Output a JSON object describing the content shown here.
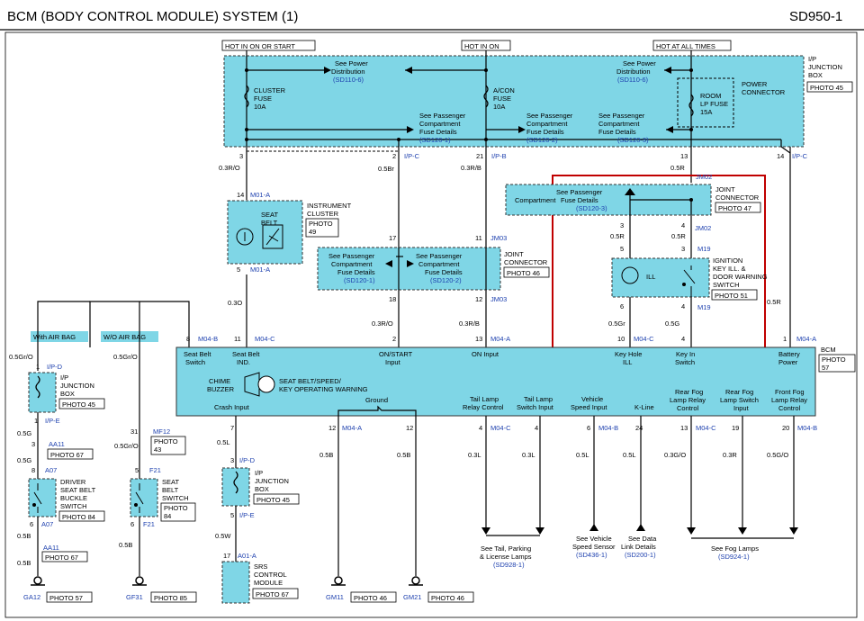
{
  "title": "BCM (BODY CONTROL MODULE) SYSTEM (1)",
  "code": "SD950-1",
  "top": {
    "hot_on_start": "HOT IN ON OR START",
    "hot_on": "HOT IN ON",
    "hot_all": "HOT AT ALL TIMES",
    "ip_box_line1": "I/P",
    "ip_box_line2": "JUNCTION",
    "ip_box_line3": "BOX",
    "ip_box_photo": "PHOTO 45",
    "see_power1": "See Power",
    "see_power2": "Distribution",
    "power_ref_a": "(SD110-6)",
    "power_ref_b": "(SD110-6)",
    "cluster_fuse1": "CLUSTER",
    "cluster_fuse2": "FUSE",
    "cluster_fuse3": "10A",
    "acon_fuse1": "A/CON",
    "acon_fuse2": "FUSE",
    "acon_fuse3": "10A",
    "room_fuse1": "ROOM",
    "room_fuse2": "LP FUSE",
    "room_fuse3": "15A",
    "power_conn1": "POWER",
    "power_conn2": "CONNECTOR",
    "see_pass1": "See Passenger",
    "see_pass2": "Compartment",
    "see_pass3": "Fuse Details",
    "ref_120_1": "(SD120-1)",
    "ref_120_2": "(SD120-2)",
    "ref_120_3": "(SD120-3)"
  },
  "pins": {
    "p3": "3",
    "p2": "2",
    "p21": "21",
    "p13": "13",
    "p14": "14",
    "ipc": "I/P-C",
    "ipb": "I/P-B",
    "w03ro": "0.3R/O",
    "w05br": "0.5Br",
    "w03rb": "0.3R/B",
    "w05r": "0.5R",
    "p14b": "14",
    "m01a": "M01-A",
    "p5": "5",
    "p17": "17",
    "p11": "11",
    "jm03": "JM03",
    "p18": "18",
    "p12": "12",
    "w03o": "0.3O",
    "w03ro2": "0.3R/O",
    "w03rb2": "0.3R/B",
    "jm02": "JM02",
    "p3b": "3",
    "p4": "4",
    "w05r2": "0.5R",
    "p5b": "5",
    "p3c": "3",
    "m19": "M19",
    "p6": "6",
    "p4b": "4",
    "w05gr": "0.5Gr",
    "w05g": "0.5G",
    "w05r3": "0.5R",
    "p8": "8",
    "m04b": "M04-B",
    "p11b": "11",
    "m04c": "M04-C",
    "p2b": "2",
    "p13b": "13",
    "m04a": "M04-A",
    "p10": "10",
    "p1": "1"
  },
  "cluster": {
    "l1": "INSTRUMENT",
    "l2": "CLUSTER",
    "seat1": "SEAT",
    "seat2": "BELT",
    "photo1": "PHOTO",
    "photo2": "49"
  },
  "joint_conn": {
    "l1": "JOINT",
    "l2": "CONNECTOR",
    "photo": "PHOTO 46",
    "photo47": "PHOTO 47"
  },
  "ign": {
    "l1": "IGNITION",
    "l2": "KEY ILL. &",
    "l3": "DOOR WARNING",
    "l4": "SWITCH",
    "photo": "PHOTO 51",
    "ill": "ILL"
  },
  "bcm": {
    "label": "BCM",
    "photo": "PHOTO",
    "photo2": "57",
    "seat_belt_switch1": "Seat Belt",
    "seat_belt_switch2": "Switch",
    "seat_belt_ind1": "Seat Belt",
    "seat_belt_ind2": "IND.",
    "on_start1": "ON/START",
    "on_start2": "Input",
    "on_input": "ON Input",
    "key_hole1": "Key Hole",
    "key_hole2": "ILL",
    "key_in1": "Key In",
    "key_in2": "Switch",
    "battery1": "Battery",
    "battery2": "Power",
    "chime1": "CHIME",
    "chime2": "BUZZER",
    "warn1": "SEAT BELT/SPEED/",
    "warn2": "KEY OPERATING WARNING",
    "crash": "Crash Input",
    "ground": "Ground",
    "tail_relay1": "Tail Lamp",
    "tail_relay2": "Relay Control",
    "tail_sw1": "Tail Lamp",
    "tail_sw2": "Switch Input",
    "veh1": "Vehicle",
    "veh2": "Speed Input",
    "kline": "K-Line",
    "rfog_relay1": "Rear Fog",
    "rfog_relay2": "Lamp Relay",
    "rfog_relay3": "Control",
    "rfog_sw1": "Rear Fog",
    "rfog_sw2": "Lamp Switch",
    "rfog_sw3": "Input",
    "ffog1": "Front Fog",
    "ffog2": "Lamp Relay",
    "ffog3": "Control"
  },
  "left": {
    "with_ab": "With AIR BAG",
    "wo_ab": "W/O AIR BAG",
    "w05gro": "0.5Gr/O",
    "w05gro2": "0.5Gr/O",
    "ipd": "I/P-D",
    "ipe": "I/P-E",
    "p1": "1",
    "ipbox1": "I/P",
    "ipbox2": "JUNCTION",
    "ipbox3": "BOX",
    "ipbox_photo": "PHOTO 45",
    "w05g": "0.5G",
    "p3": "3",
    "aa11": "AA11",
    "photo67": "PHOTO 67",
    "w05g2": "0.5G",
    "p8": "8",
    "a07": "A07",
    "driver1": "DRIVER",
    "driver2": "SEAT BELT",
    "driver3": "BUCKLE",
    "driver4": "SWITCH",
    "photo84": "PHOTO 84",
    "p6": "6",
    "a07b": "A07",
    "w05b": "0.5B",
    "aa11b": "AA11",
    "photo67b": "PHOTO 67",
    "w05b2": "0.5B",
    "ga12": "GA12",
    "photo57": "PHOTO 57",
    "p31": "31",
    "mf12": "MF12",
    "photo43a": "PHOTO",
    "photo43b": "43",
    "w05gro3": "0.5Gr/O",
    "p5": "5",
    "f21": "F21",
    "seat1": "SEAT",
    "seat2": "BELT",
    "seat3": "SWITCH",
    "photo84a": "PHOTO",
    "photo84b": "84",
    "p6b": "6",
    "f21b": "F21",
    "w05b3": "0.5B",
    "gf31": "GF31",
    "photo85": "PHOTO 85"
  },
  "bottom": {
    "p7": "7",
    "w05l": "0.5L",
    "p3": "3",
    "ipd": "I/P-D",
    "ipbox1": "I/P",
    "ipbox2": "JUNCTION",
    "ipbox3": "BOX",
    "ipbox_photo": "PHOTO 45",
    "p5": "5",
    "ipe": "I/P-E",
    "w05w": "0.5W",
    "p17": "17",
    "a01a": "A01-A",
    "srs1": "SRS",
    "srs2": "CONTROL",
    "srs3": "MODULE",
    "srs_photo": "PHOTO 67",
    "p12a": "12",
    "m04a": "M04-A",
    "p12b": "12",
    "w05b": "0.5B",
    "w05b2": "0.5B",
    "gm11": "GM11",
    "gm_photo1": "PHOTO 46",
    "gm21": "GM21",
    "gm_photo2": "PHOTO 46",
    "p4": "4",
    "m04c": "M04-C",
    "p4b": "4",
    "p6": "6",
    "m04b": "M04-B",
    "p24": "24",
    "p13": "13",
    "m04c2": "M04-C",
    "p19": "19",
    "p20": "20",
    "m04b2": "M04-B",
    "w03l": "0.3L",
    "w03l2": "0.3L",
    "w05l2": "0.5L",
    "w05l3": "0.5L",
    "w03go": "0.3G/O",
    "w03r": "0.3R",
    "w05go": "0.5G/O",
    "tail1": "See Tail, Parking",
    "tail2": "& License Lamps",
    "tail_ref": "(SD928-1)",
    "vss1": "See Vehicle",
    "vss2": "Speed Sensor",
    "vss_ref": "(SD436-1)",
    "dlc1": "See Data",
    "dlc2": "Link Details",
    "dlc_ref": "(SD200-1)",
    "fog": "See Fog Lamps",
    "fog_ref": "(SD924-1)"
  },
  "colors": {
    "fill": "#7fd6e6",
    "highlight": "#c00000",
    "ref": "#1c3fae"
  }
}
